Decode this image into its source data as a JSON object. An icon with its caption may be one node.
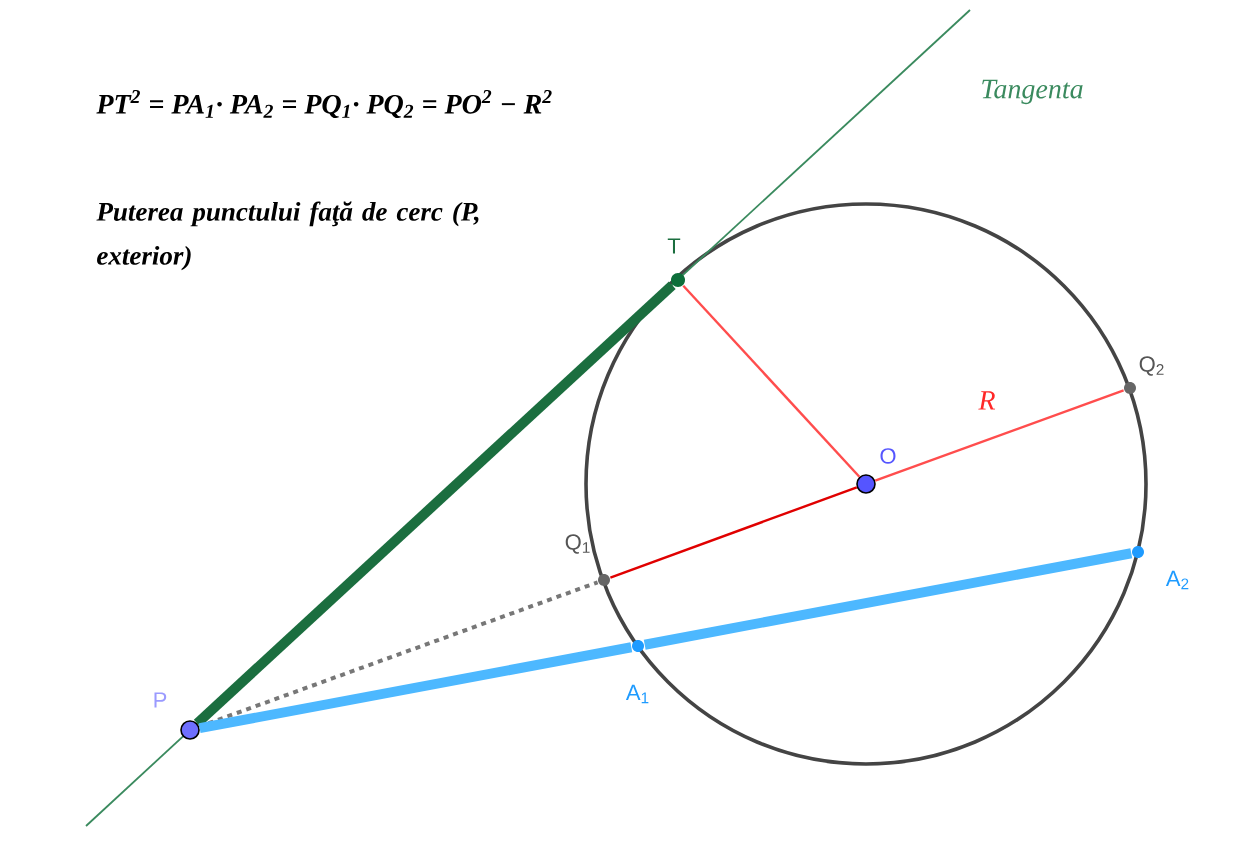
{
  "diagram": {
    "nodes": [
      {
        "text": [
          "P"
        ]
      },
      {
        "text": [
          "T"
        ]
      },
      {
        "text": [
          "O"
        ]
      },
      {
        "text": [
          "Q$_{1}$"
        ]
      },
      {
        "text": [
          "Q$_{2}$"
        ]
      },
      {
        "text": [
          "A$_{1}$"
        ]
      },
      {
        "text": [
          "A$_{2}$"
        ]
      }
    ],
    "edges": [
      {
        "from": 0,
        "to": 1,
        "arrow": "none",
        "style": "thick",
        "color": "#1b6e3f"
      },
      {
        "from": 1,
        "to": 2,
        "arrow": "none",
        "color": "#ff4d4d"
      },
      {
        "from": 2,
        "to": 4,
        "arrow": "none",
        "color": "#ff4d4d",
        "label": "R"
      },
      {
        "from": 3,
        "to": 2,
        "arrow": "none",
        "color": "#e00000"
      },
      {
        "from": 0,
        "to": 3,
        "arrow": "none",
        "style": "dashed",
        "color": "#777777"
      },
      {
        "from": 0,
        "to": 5,
        "arrow": "none",
        "style": "thick",
        "color": "#4db8ff"
      },
      {
        "from": 5,
        "to": 6,
        "arrow": "none",
        "style": "thick",
        "color": "#4db8ff"
      }
    ],
    "labels": [
      "PT$^{2}$ = PA$_{1}$· PA$_{2}$ = PQ$_{1}$· PQ$_{2}$ = PO$^{2}$ − R$^{2}$",
      "Puterea punctului faţă de cerc (P, exterior)",
      "Tangenta"
    ]
  }
}
